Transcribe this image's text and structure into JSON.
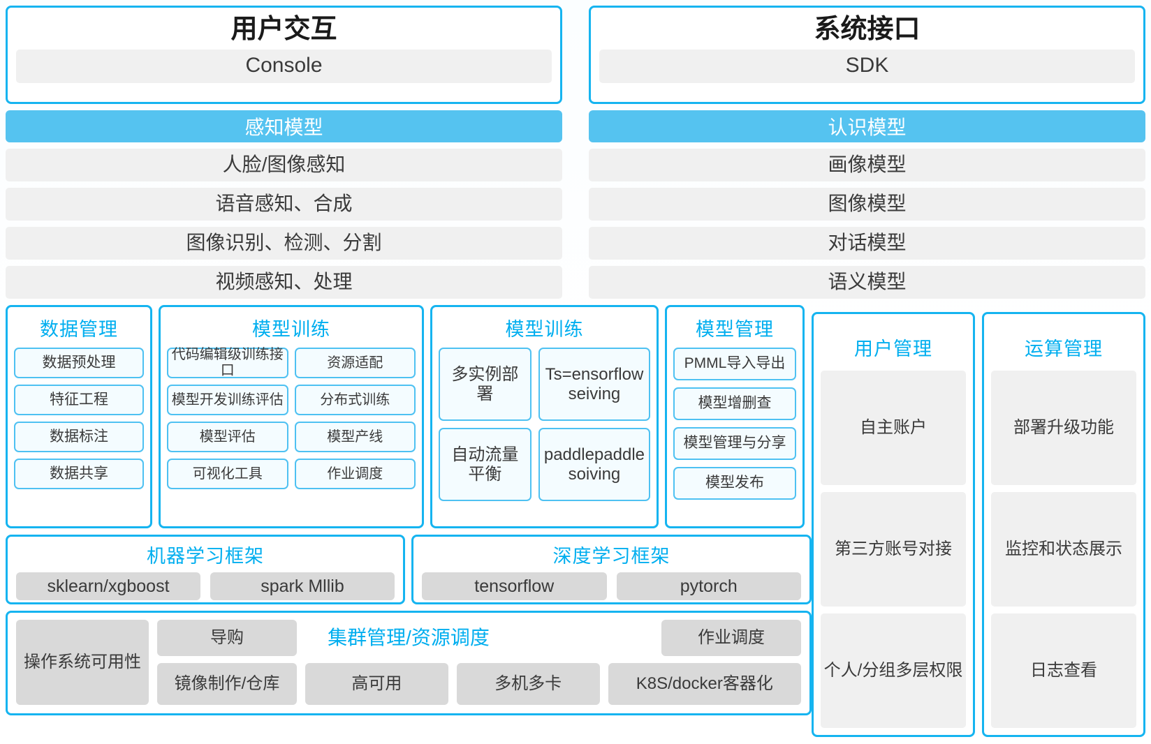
{
  "top": {
    "cards": [
      {
        "title": "用户交互",
        "sub": "Console"
      },
      {
        "title": "系统接口",
        "sub": "SDK"
      }
    ]
  },
  "bands": [
    {
      "head": "感知模型",
      "items": [
        "人脸/图像感知",
        "语音感知、合成",
        "图像识别、检测、分割",
        "视频感知、处理"
      ]
    },
    {
      "head": "认识模型",
      "items": [
        "画像模型",
        "图像模型",
        "对话模型",
        "语义模型"
      ]
    }
  ],
  "panels": {
    "data_management": {
      "title": "数据管理",
      "items": [
        "数据预处理",
        "特征工程",
        "数据标注",
        "数据共享"
      ]
    },
    "model_training_left": {
      "title": "模型训练",
      "items": [
        "代码编辑级训练接口",
        "资源适配",
        "模型开发训练评估",
        "分布式训练",
        "模型评估",
        "模型产线",
        "可视化工具",
        "作业调度"
      ]
    },
    "model_training_right": {
      "title": "模型训练",
      "items": [
        "多实例部署",
        "Ts=ensorflow seiving",
        "自动流量平衡",
        "paddlepaddle  soiving"
      ]
    },
    "model_management": {
      "title": "模型管理",
      "items": [
        "PMML导入导出",
        "模型增删查",
        "模型管理与分享",
        "模型发布"
      ]
    },
    "user_management": {
      "title": "用户管理",
      "items": [
        "自主账户",
        "第三方账号对接",
        "个人/分组多层权限"
      ]
    },
    "compute_management": {
      "title": "运算管理",
      "items": [
        "部署升级功能",
        "监控和状态展示",
        "日志查看"
      ]
    }
  },
  "frameworks": [
    {
      "title": "机器学习框架",
      "items": [
        "sklearn/xgboost",
        "spark Mllib"
      ]
    },
    {
      "title": "深度学习框架",
      "items": [
        "tensorflow",
        "pytorch"
      ]
    }
  ],
  "cluster": {
    "title": "集群管理/资源调度",
    "os": "操作系统可用性",
    "top_items": [
      "导购",
      "作业调度"
    ],
    "bottom_items": [
      "镜像制作/仓库",
      "高可用",
      "多机多卡",
      "K8S/docker客器化"
    ]
  },
  "colors": {
    "accent": "#00aeef",
    "band_head": "#55c3f0",
    "border": "#15b4f0",
    "pill_light": "#f0f0f0",
    "pill_dark": "#d9d9d9",
    "chip_fill": "#f4fcff"
  }
}
